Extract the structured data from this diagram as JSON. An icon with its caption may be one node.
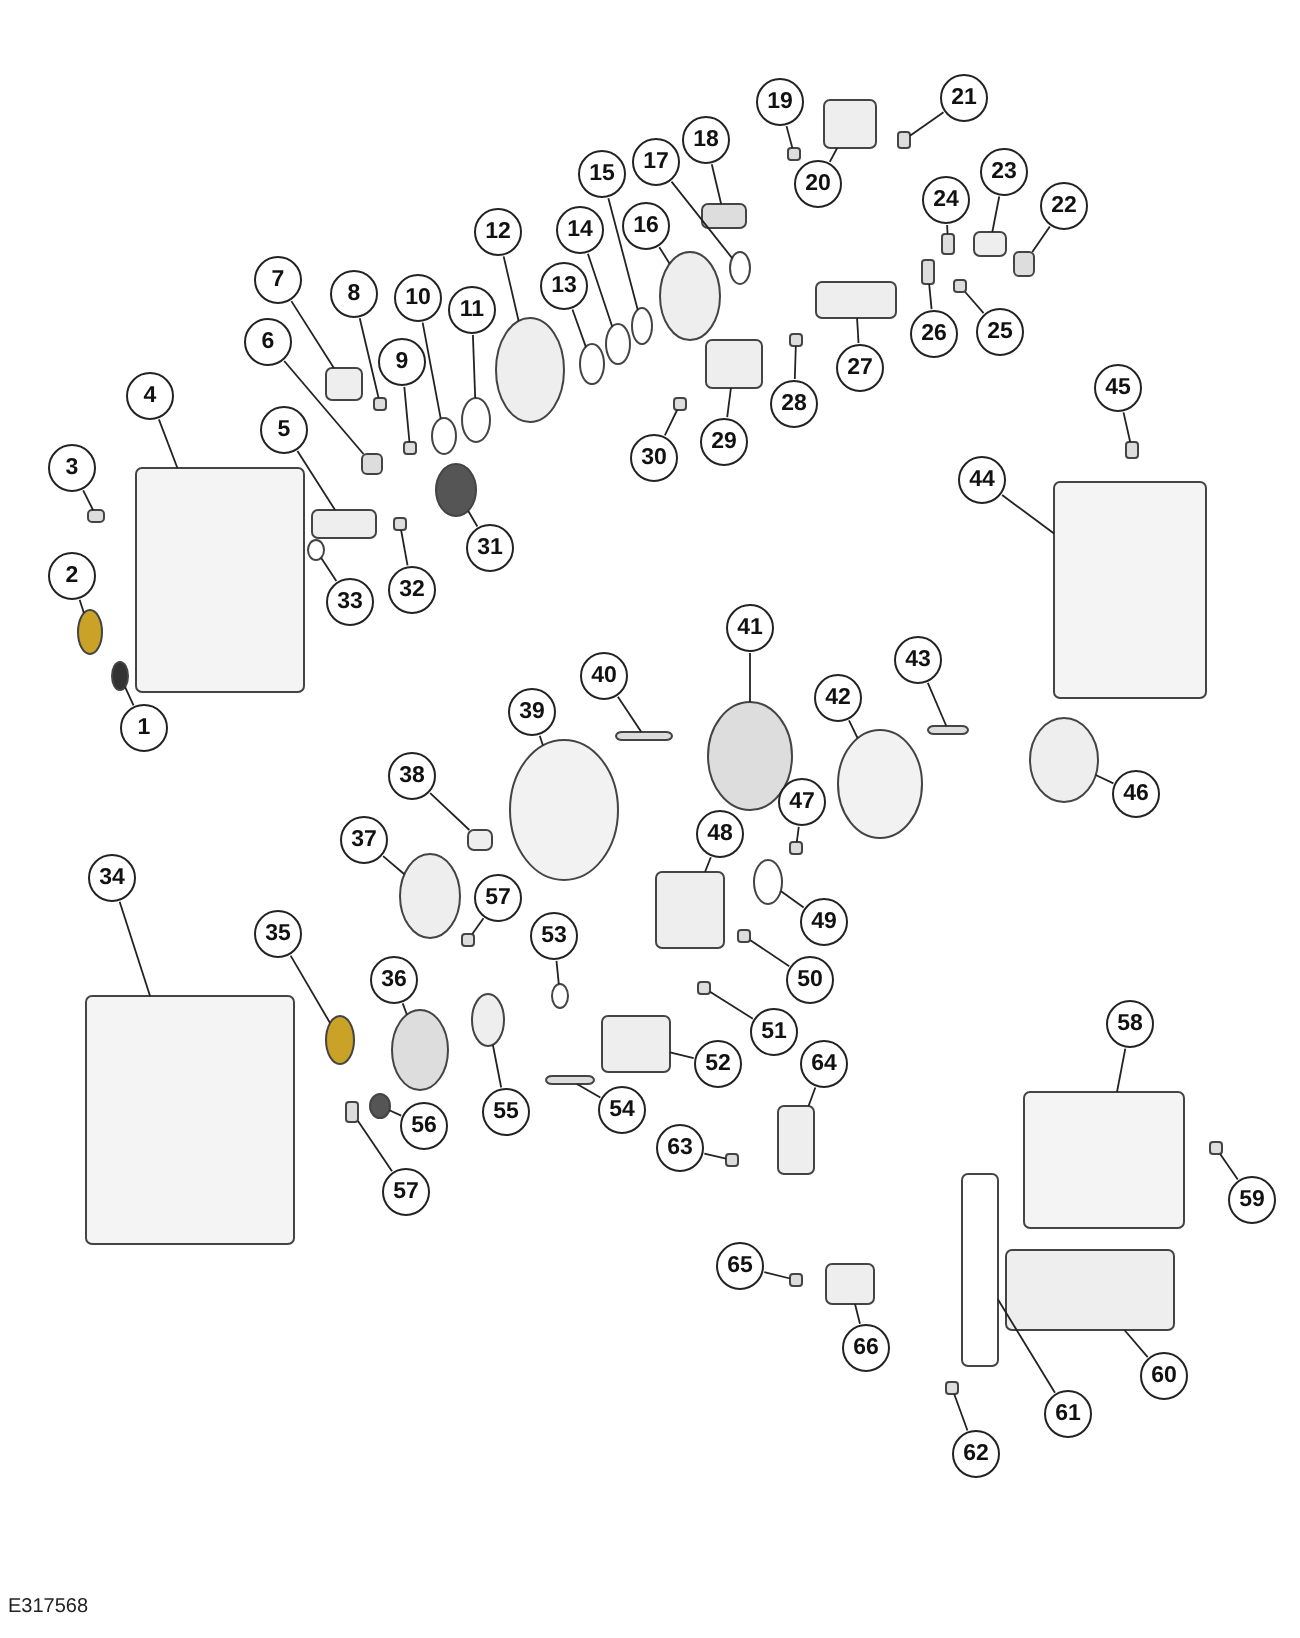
{
  "diagram": {
    "nodes": [
      {
        "text": [
          "1"
        ]
      },
      {
        "text": [
          "2"
        ]
      },
      {
        "text": [
          "3"
        ]
      },
      {
        "text": [
          "4"
        ]
      },
      {
        "text": [
          "5"
        ]
      },
      {
        "text": [
          "6"
        ]
      },
      {
        "text": [
          "7"
        ]
      },
      {
        "text": [
          "8"
        ]
      },
      {
        "text": [
          "9"
        ]
      },
      {
        "text": [
          "10"
        ]
      },
      {
        "text": [
          "11"
        ]
      },
      {
        "text": [
          "12"
        ]
      },
      {
        "text": [
          "13"
        ]
      },
      {
        "text": [
          "14"
        ]
      },
      {
        "text": [
          "15"
        ]
      },
      {
        "text": [
          "16"
        ]
      },
      {
        "text": [
          "17"
        ]
      },
      {
        "text": [
          "18"
        ]
      },
      {
        "text": [
          "19"
        ]
      },
      {
        "text": [
          "20"
        ]
      },
      {
        "text": [
          "21"
        ]
      },
      {
        "text": [
          "22"
        ]
      },
      {
        "text": [
          "23"
        ]
      },
      {
        "text": [
          "24"
        ]
      },
      {
        "text": [
          "25"
        ]
      },
      {
        "text": [
          "26"
        ]
      },
      {
        "text": [
          "27"
        ]
      },
      {
        "text": [
          "28"
        ]
      },
      {
        "text": [
          "29"
        ]
      },
      {
        "text": [
          "30"
        ]
      },
      {
        "text": [
          "31"
        ]
      },
      {
        "text": [
          "32"
        ]
      },
      {
        "text": [
          "33"
        ]
      },
      {
        "text": [
          "34"
        ]
      },
      {
        "text": [
          "35"
        ]
      },
      {
        "text": [
          "36"
        ]
      },
      {
        "text": [
          "37"
        ]
      },
      {
        "text": [
          "38"
        ]
      },
      {
        "text": [
          "39"
        ]
      },
      {
        "text": [
          "40"
        ]
      },
      {
        "text": [
          "41"
        ]
      },
      {
        "text": [
          "42"
        ]
      },
      {
        "text": [
          "43"
        ]
      },
      {
        "text": [
          "44"
        ]
      },
      {
        "text": [
          "45"
        ]
      },
      {
        "text": [
          "46"
        ]
      },
      {
        "text": [
          "47"
        ]
      },
      {
        "text": [
          "48"
        ]
      },
      {
        "text": [
          "49"
        ]
      },
      {
        "text": [
          "50"
        ]
      },
      {
        "text": [
          "51"
        ]
      },
      {
        "text": [
          "52"
        ]
      },
      {
        "text": [
          "53"
        ]
      },
      {
        "text": [
          "54"
        ]
      },
      {
        "text": [
          "55"
        ]
      },
      {
        "text": [
          "56"
        ]
      },
      {
        "text": [
          "57"
        ]
      },
      {
        "text": [
          "57"
        ]
      },
      {
        "text": [
          "58"
        ]
      },
      {
        "text": [
          "59"
        ]
      },
      {
        "text": [
          "60"
        ]
      },
      {
        "text": [
          "61"
        ]
      },
      {
        "text": [
          "62"
        ]
      },
      {
        "text": [
          "63"
        ]
      },
      {
        "text": [
          "64"
        ]
      },
      {
        "text": [
          "65"
        ]
      },
      {
        "text": [
          "66"
        ]
      },
      {
        "text": [],
        "shape": "circle"
      },
      {
        "text": [],
        "shape": "circle"
      },
      {
        "text": [],
        "shape": "box"
      },
      {
        "text": [],
        "shape": "box"
      },
      {
        "text": [],
        "shape": "box"
      },
      {
        "text": [],
        "shape": "box"
      },
      {
        "text": [],
        "shape": "box"
      },
      {
        "text": [],
        "shape": "box"
      },
      {
        "text": [],
        "shape": "box"
      },
      {
        "text": [],
        "shape": "circle"
      },
      {
        "text": [],
        "shape": "circle"
      },
      {
        "text": [],
        "shape": "circle"
      },
      {
        "text": [],
        "shape": "circle"
      },
      {
        "text": [],
        "shape": "circle"
      },
      {
        "text": [],
        "shape": "circle"
      },
      {
        "text": [],
        "shape": "circle"
      },
      {
        "text": [],
        "shape": "circle"
      },
      {
        "text": [],
        "shape": "box"
      },
      {
        "text": [],
        "shape": "box"
      },
      {
        "text": [],
        "shape": "box"
      },
      {
        "text": [],
        "shape": "box"
      },
      {
        "text": [],
        "shape": "box"
      },
      {
        "text": [],
        "shape": "box"
      },
      {
        "text": [],
        "shape": "box"
      },
      {
        "text": [],
        "shape": "box"
      },
      {
        "text": [],
        "shape": "box"
      },
      {
        "text": [],
        "shape": "box"
      },
      {
        "text": [],
        "shape": "box"
      },
      {
        "text": [],
        "shape": "box"
      },
      {
        "text": [],
        "shape": "box"
      },
      {
        "text": [],
        "shape": "circle"
      },
      {
        "text": [],
        "shape": "box"
      },
      {
        "text": [],
        "shape": "circle"
      },
      {
        "text": [],
        "shape": "box"
      },
      {
        "text": [],
        "shape": "circle"
      },
      {
        "text": [],
        "shape": "circle"
      },
      {
        "text": [],
        "shape": "circle"
      },
      {
        "text": [],
        "shape": "box"
      },
      {
        "text": [],
        "shape": "circle"
      },
      {
        "text": [],
        "shape": "box"
      },
      {
        "text": [],
        "shape": "circle"
      },
      {
        "text": [],
        "shape": "circle"
      },
      {
        "text": [],
        "shape": "box"
      },
      {
        "text": [],
        "shape": "box"
      },
      {
        "text": [],
        "shape": "box"
      },
      {
        "text": [],
        "shape": "circle"
      },
      {
        "text": [],
        "shape": "box"
      },
      {
        "text": [],
        "shape": "box"
      },
      {
        "text": [],
        "shape": "circle"
      },
      {
        "text": [],
        "shape": "box"
      },
      {
        "text": [],
        "shape": "box"
      },
      {
        "text": [],
        "shape": "box"
      },
      {
        "text": [],
        "shape": "circle"
      },
      {
        "text": [],
        "shape": "box"
      },
      {
        "text": [],
        "shape": "circle"
      },
      {
        "text": [],
        "shape": "circle"
      },
      {
        "text": [],
        "shape": "box"
      },
      {
        "text": [],
        "shape": "box"
      },
      {
        "text": [],
        "shape": "box"
      },
      {
        "text": [],
        "shape": "box"
      },
      {
        "text": [],
        "shape": "box"
      },
      {
        "text": [],
        "shape": "box"
      },
      {
        "text": [],
        "shape": "box"
      },
      {
        "text": [],
        "shape": "box"
      },
      {
        "text": [],
        "shape": "box"
      },
      {
        "text": [],
        "shape": "box"
      },
      {
        "text": [],
        "shape": "box"
      }
    ],
    "edges": [
      {
        "from": 0,
        "to": 67,
        "arrow": "none"
      },
      {
        "from": 1,
        "to": 68,
        "arrow": "none"
      },
      {
        "from": 2,
        "to": 69,
        "arrow": "none"
      },
      {
        "from": 3,
        "to": 70,
        "arrow": "none"
      },
      {
        "from": 4,
        "to": 71,
        "arrow": "none"
      },
      {
        "from": 5,
        "to": 72,
        "arrow": "none"
      },
      {
        "from": 6,
        "to": 73,
        "arrow": "none"
      },
      {
        "from": 7,
        "to": 74,
        "arrow": "none"
      },
      {
        "from": 8,
        "to": 75,
        "arrow": "none"
      },
      {
        "from": 9,
        "to": 76,
        "arrow": "none"
      },
      {
        "from": 10,
        "to": 77,
        "arrow": "none"
      },
      {
        "from": 11,
        "to": 78,
        "arrow": "none"
      },
      {
        "from": 12,
        "to": 79,
        "arrow": "none"
      },
      {
        "from": 13,
        "to": 80,
        "arrow": "none"
      },
      {
        "from": 14,
        "to": 81,
        "arrow": "none"
      },
      {
        "from": 15,
        "to": 82,
        "arrow": "none"
      },
      {
        "from": 16,
        "to": 83,
        "arrow": "none"
      },
      {
        "from": 17,
        "to": 84,
        "arrow": "none"
      },
      {
        "from": 18,
        "to": 85,
        "arrow": "none"
      },
      {
        "from": 19,
        "to": 86,
        "arrow": "none"
      },
      {
        "from": 20,
        "to": 87,
        "arrow": "none"
      },
      {
        "from": 21,
        "to": 88,
        "arrow": "none"
      },
      {
        "from": 22,
        "to": 89,
        "arrow": "none"
      },
      {
        "from": 23,
        "to": 90,
        "arrow": "none"
      },
      {
        "from": 24,
        "to": 91,
        "arrow": "none"
      },
      {
        "from": 25,
        "to": 92,
        "arrow": "none"
      },
      {
        "from": 26,
        "to": 93,
        "arrow": "none"
      },
      {
        "from": 27,
        "to": 94,
        "arrow": "none"
      },
      {
        "from": 28,
        "to": 95,
        "arrow": "none"
      },
      {
        "from": 29,
        "to": 96,
        "arrow": "none"
      },
      {
        "from": 30,
        "to": 97,
        "arrow": "none"
      },
      {
        "from": 31,
        "to": 98,
        "arrow": "none"
      },
      {
        "from": 32,
        "to": 99,
        "arrow": "none"
      },
      {
        "from": 33,
        "to": 100,
        "arrow": "none"
      },
      {
        "from": 34,
        "to": 101,
        "arrow": "none"
      },
      {
        "from": 35,
        "to": 102,
        "arrow": "none"
      },
      {
        "from": 36,
        "to": 103,
        "arrow": "none"
      },
      {
        "from": 37,
        "to": 104,
        "arrow": "none"
      },
      {
        "from": 38,
        "to": 105,
        "arrow": "none"
      },
      {
        "from": 39,
        "to": 106,
        "arrow": "none"
      },
      {
        "from": 40,
        "to": 107,
        "arrow": "none"
      },
      {
        "from": 41,
        "to": 108,
        "arrow": "none"
      },
      {
        "from": 42,
        "to": 109,
        "arrow": "none"
      },
      {
        "from": 43,
        "to": 110,
        "arrow": "none"
      },
      {
        "from": 44,
        "to": 111,
        "arrow": "none"
      },
      {
        "from": 45,
        "to": 112,
        "arrow": "none"
      },
      {
        "from": 46,
        "to": 113,
        "arrow": "none"
      },
      {
        "from": 47,
        "to": 114,
        "arrow": "none"
      },
      {
        "from": 48,
        "to": 115,
        "arrow": "none"
      },
      {
        "from": 49,
        "to": 116,
        "arrow": "none"
      },
      {
        "from": 50,
        "to": 117,
        "arrow": "none"
      },
      {
        "from": 51,
        "to": 118,
        "arrow": "none"
      },
      {
        "from": 52,
        "to": 119,
        "arrow": "none"
      },
      {
        "from": 53,
        "to": 120,
        "arrow": "none"
      },
      {
        "from": 54,
        "to": 121,
        "arrow": "none"
      },
      {
        "from": 55,
        "to": 122,
        "arrow": "none"
      },
      {
        "from": 56,
        "to": 123,
        "arrow": "none"
      },
      {
        "from": 57,
        "to": 124,
        "arrow": "none"
      },
      {
        "from": 58,
        "to": 125,
        "arrow": "none"
      },
      {
        "from": 59,
        "to": 126,
        "arrow": "none"
      },
      {
        "from": 60,
        "to": 127,
        "arrow": "none"
      },
      {
        "from": 61,
        "to": 128,
        "arrow": "none"
      },
      {
        "from": 62,
        "to": 129,
        "arrow": "none"
      },
      {
        "from": 63,
        "to": 130,
        "arrow": "none"
      },
      {
        "from": 64,
        "to": 131,
        "arrow": "none"
      },
      {
        "from": 65,
        "to": 132,
        "arrow": "none"
      },
      {
        "from": 66,
        "to": 133,
        "arrow": "none"
      }
    ],
    "labels": [
      "E317568"
    ]
  }
}
